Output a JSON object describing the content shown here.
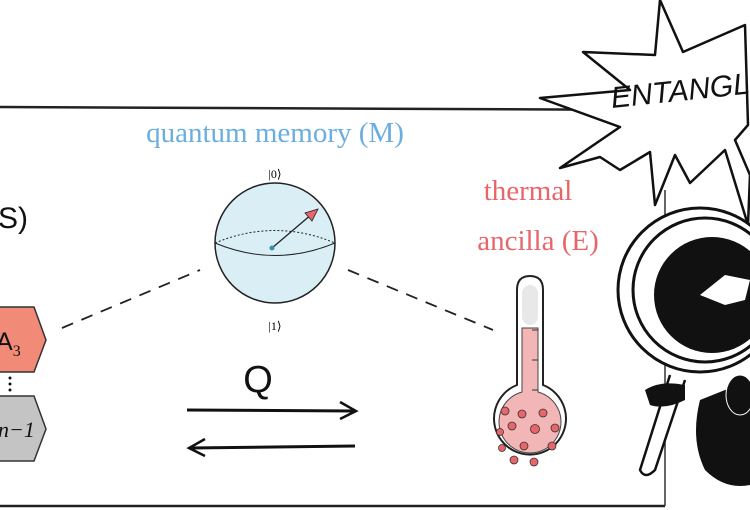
{
  "memory": {
    "label": "quantum memory (M)",
    "ket0": "|0⟩",
    "ket1": "|1⟩",
    "color": "#6aaee0"
  },
  "ancilla": {
    "line1": "thermal",
    "line2": "ancilla (E)",
    "color": "#e8666a"
  },
  "system": {
    "label_fragment": "S)"
  },
  "qubits": [
    {
      "label": "A",
      "subscript": "3",
      "color": "#f28a78"
    },
    {
      "label": "n−1",
      "color": "#c4c4c4"
    }
  ],
  "exchange": {
    "label": "Q"
  },
  "burst": {
    "label": "ENTANGLE"
  }
}
